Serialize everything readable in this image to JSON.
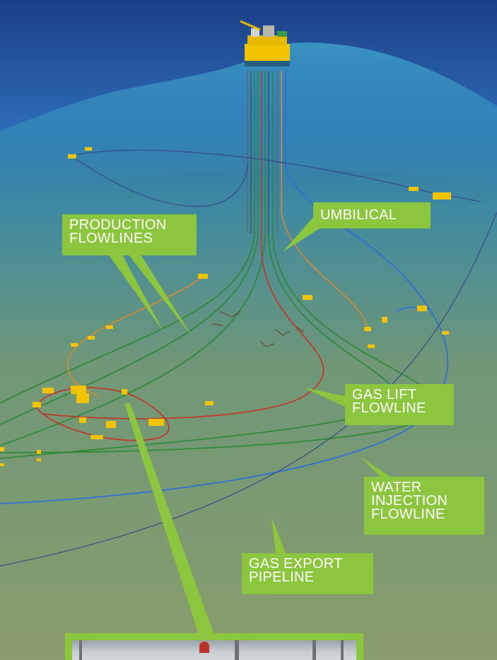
{
  "labels": {
    "umbilical": "UMBILICAL",
    "production_flowlines": "PRODUCTION\nFLOWLINES",
    "gas_lift_flowline": "GAS LIFT\nFLOWLINE",
    "water_injection_flowline": "WATER\nINJECTION\nFLOWLINE",
    "gas_export_pipeline": "GAS EXPORT\nPIPELINE"
  },
  "colors": {
    "label_background": "#8cc63f",
    "label_text": "#ffffff",
    "ocean_surface": "#1f5aa8",
    "seabed": "#7f9e6e",
    "production_line": "#2e8a3a",
    "gas_lift_line": "#c0392b",
    "umbilical_line": "#d98a2b",
    "water_injection_line": "#2f6fd6",
    "gas_export_line": "#3a4a8a"
  }
}
